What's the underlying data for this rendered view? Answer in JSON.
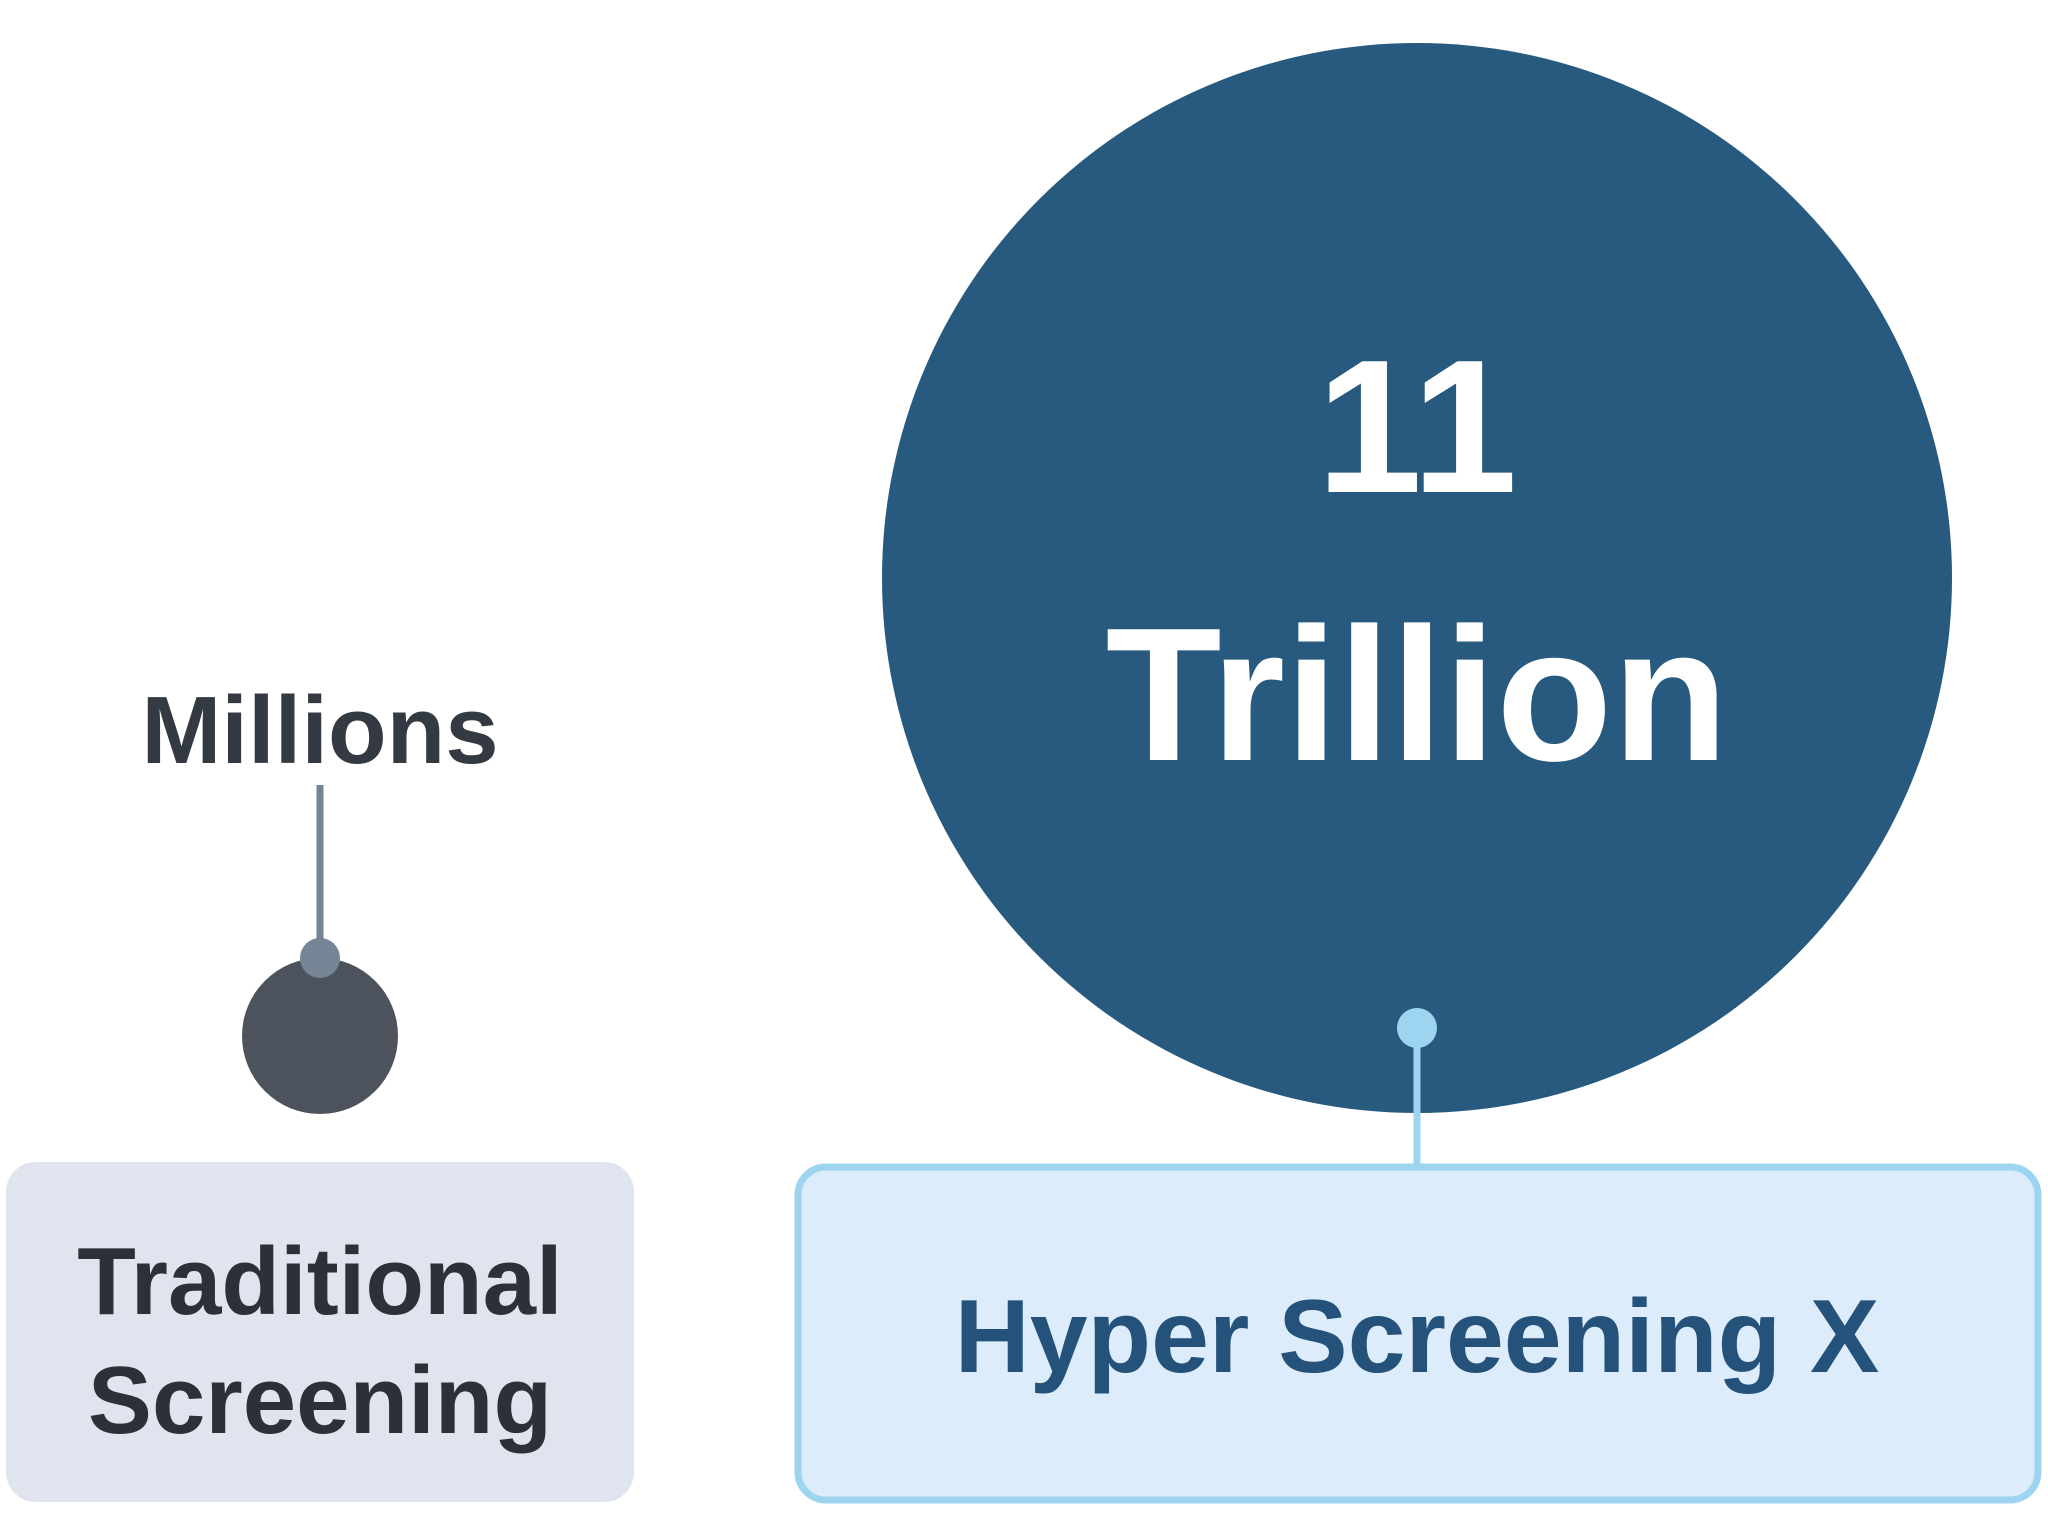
{
  "colors": {
    "traditional_circle": "#4d535c",
    "traditional_connector": "#768596",
    "traditional_box_fill": "#e0e4ef",
    "hyper_circle": "#275a7e",
    "hyper_connector": "#9dd4ef",
    "hyper_box_fill": "#dcecfa",
    "hyper_box_border": "#9dd4ef"
  },
  "traditional": {
    "quantity": "Millions",
    "label_line1": "Traditional",
    "label_line2": "Screening"
  },
  "hyper": {
    "quantity_line1": "11",
    "quantity_line2": "Trillion",
    "label": "Hyper Screening X"
  }
}
